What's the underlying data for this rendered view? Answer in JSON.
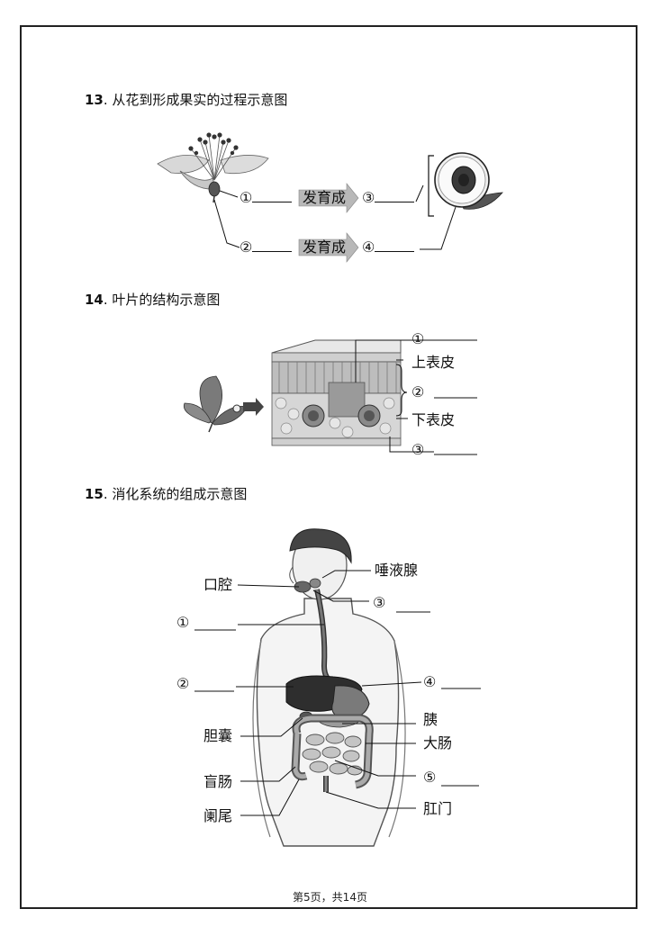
{
  "sections": [
    {
      "number": "13",
      "title": "从花到形成果实的过程示意图"
    },
    {
      "number": "14",
      "title": "叶片的结构示意图"
    },
    {
      "number": "15",
      "title": "消化系统的组成示意图"
    }
  ],
  "fruit_diagram": {
    "row1": {
      "left": "①",
      "arrow": "发育成",
      "right": "③"
    },
    "row2": {
      "left": "②",
      "arrow": "发育成",
      "right": "④"
    }
  },
  "leaf_diagram": {
    "labels": [
      "①",
      "上表皮",
      "②",
      "下表皮",
      "③"
    ]
  },
  "digestive_diagram": {
    "left_labels": [
      "口腔",
      "①",
      "②",
      "胆囊",
      "盲肠",
      "阑尾"
    ],
    "right_labels": [
      "唾液腺",
      "③",
      "④",
      "胰",
      "大肠",
      "⑤",
      "肛门"
    ]
  },
  "footer": "第5页，共14页"
}
